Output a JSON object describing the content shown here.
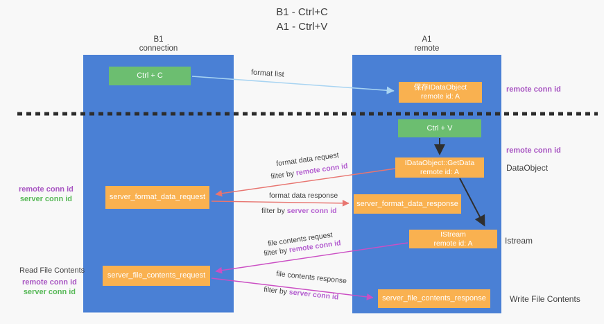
{
  "palette": {
    "column_blue": "#4a80d5",
    "box_green": "#6cbe70",
    "box_orange": "#f9b150",
    "arrow_blue": "#a8d4f2",
    "arrow_red": "#e87570",
    "arrow_magenta": "#cb4fc4",
    "id_purple": "#a855c2",
    "id_green": "#57b857",
    "id_orchid": "#b45fd0"
  },
  "title": {
    "line1": "B1 - Ctrl+C",
    "line2": "A1 - Ctrl+V"
  },
  "columns": {
    "left": {
      "line1": "B1",
      "line2": "connection"
    },
    "right": {
      "line1": "A1",
      "line2": "remote"
    }
  },
  "nodes": {
    "ctrl_c": {
      "label": "Ctrl + C"
    },
    "ctrl_v": {
      "label": "Ctrl + V"
    },
    "save_dataobject": {
      "line1": "保存IDataObject",
      "line2": "remote id: A"
    },
    "getdata": {
      "line1": "IDataObject::GetData",
      "line2": "remote id: A"
    },
    "istream": {
      "line1": "IStream",
      "line2": "remote id: A"
    },
    "format_request": {
      "label": "server_format_data_request"
    },
    "format_response": {
      "label": "server_format_data_response"
    },
    "file_request": {
      "label": "server_file_contents_request"
    },
    "file_response": {
      "label": "server_file_contents_response"
    }
  },
  "right_labels": {
    "remote_conn_id_top": "remote conn id",
    "remote_conn_id_mid": "remote conn id",
    "dataobject": "DataObject",
    "istream": "Istream",
    "write_file_contents": "Write File Contents"
  },
  "left_labels": {
    "group1": {
      "remote": "remote conn id",
      "server": "server conn id"
    },
    "read_file_contents": "Read File Contents",
    "group2": {
      "remote": "remote conn id",
      "server": "server conn id"
    }
  },
  "arrow_labels": {
    "format_list": "format list",
    "format_data_request": {
      "line1": "format data request",
      "prefix": "filter by ",
      "id": "remote conn id"
    },
    "format_data_response": {
      "line1": "format data response",
      "prefix": "filter by ",
      "id": "server conn id"
    },
    "file_contents_request": {
      "line1": "file contents request",
      "prefix": "filter by ",
      "id": "remote conn id"
    },
    "file_contents_response": {
      "line1": "file contents response",
      "prefix": "filter by ",
      "id": "server conn id"
    }
  }
}
